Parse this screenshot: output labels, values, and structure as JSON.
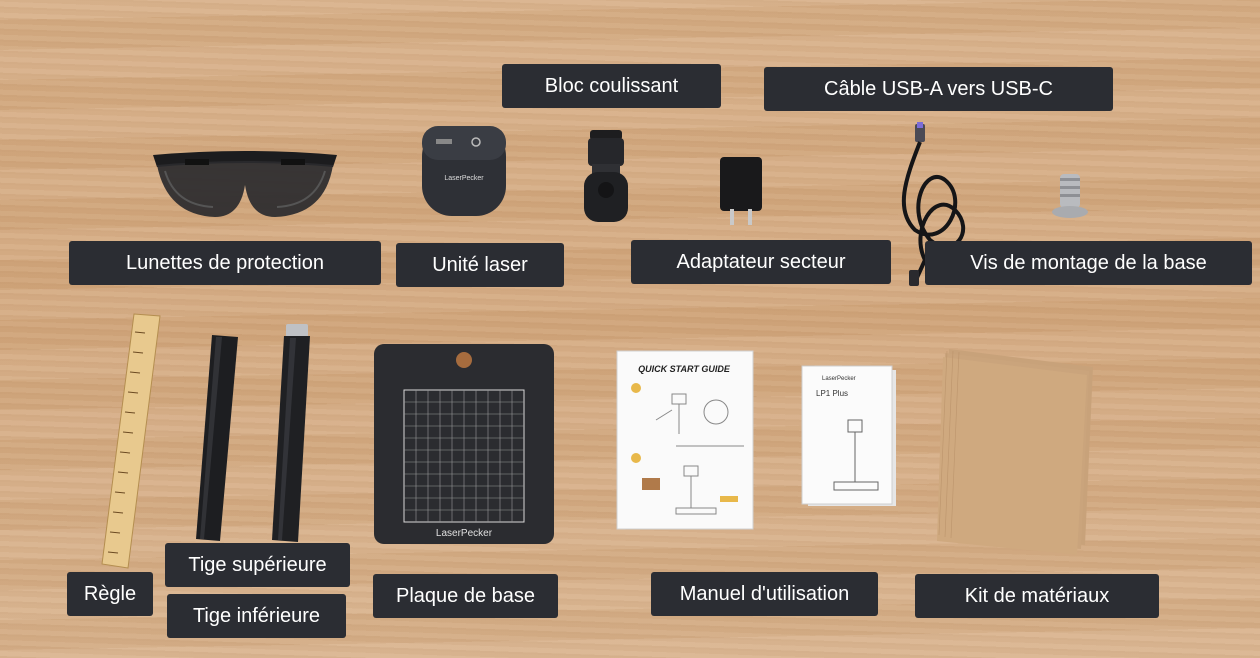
{
  "labels": {
    "glasses": "Lunettes de protection",
    "laser_unit": "Unité laser",
    "sliding_block": "Bloc coulissant",
    "adapter": "Adaptateur secteur",
    "usb_cable": "Câble USB-A vers USB-C",
    "screw": "Vis de montage de la base",
    "ruler": "Règle",
    "upper_rod": "Tige supérieure",
    "lower_rod": "Tige inférieure",
    "base_plate": "Plaque de base",
    "manual": "Manuel d'utilisation",
    "material_kit": "Kit de matériaux"
  },
  "printed": {
    "laser_brand": "LaserPecker",
    "plate_brand": "LaserPecker",
    "guide_title": "QUICK START GUIDE",
    "booklet_brand": "LaserPecker",
    "booklet_model": "LP1 Plus"
  },
  "colors": {
    "label_bg": "#2b2d33",
    "label_text": "#ffffff",
    "table": "#d6ab82"
  }
}
